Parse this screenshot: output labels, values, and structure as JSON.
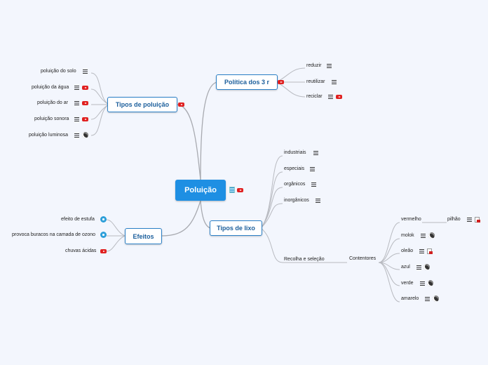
{
  "central": "Poluição",
  "branches": {
    "politica": {
      "label": "Política dos 3 r",
      "items": [
        "reduzir",
        "reutilizar",
        "reciclar"
      ]
    },
    "tipos_poluicao": {
      "label": "Tipos de poluição",
      "items": [
        "poluição do solo",
        "poluição da água",
        "poluição do ar",
        "poluição sonora",
        "poluição luminosa"
      ]
    },
    "tipos_lixo": {
      "label": "Tipos de lixo",
      "items": [
        "industriais",
        "especiais",
        "orgânicos",
        "inorgânicos",
        "Recolha e seleção"
      ]
    },
    "efeitos": {
      "label": "Efeitos",
      "items": [
        "efeito de estufa",
        "provoca buracos na camada de ozono",
        "chuvas ácidas"
      ]
    }
  },
  "contentores": {
    "label": "Contentores",
    "items": [
      "vermelho",
      "molok",
      "oleão",
      "azul",
      "verde",
      "amarelo"
    ],
    "pilhao": "pilhão"
  }
}
